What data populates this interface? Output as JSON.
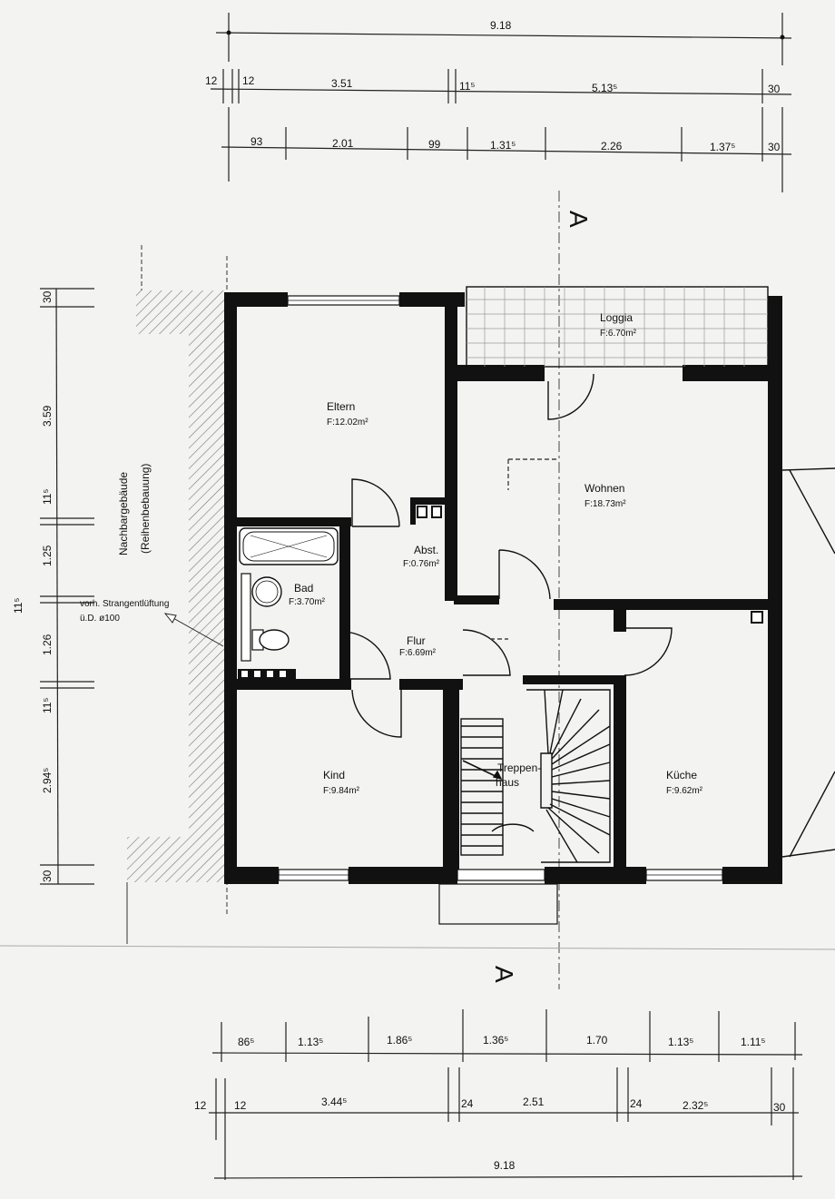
{
  "top_dims": {
    "row1": [
      "9.18"
    ],
    "row2": [
      "12",
      "12",
      "3.51",
      "11⁵",
      "5.13⁵",
      "30"
    ],
    "row3": [
      "93",
      "2.01",
      "99",
      "1.31⁵",
      "2.26",
      "1.37⁵",
      "30"
    ]
  },
  "bottom_dims": {
    "row1": [
      "86⁵",
      "1.13⁵",
      "1.86⁵",
      "1.36⁵",
      "1.70",
      "1.13⁵",
      "1.11⁵"
    ],
    "row2": [
      "12",
      "12",
      "3.44⁵",
      "24",
      "2.51",
      "24",
      "2.32⁵",
      "30"
    ],
    "row3": [
      "9.18"
    ]
  },
  "left_dims": {
    "values": [
      "30",
      "3.59",
      "11⁵",
      "1.25",
      "11⁵",
      "1.26",
      "11⁵",
      "2.94⁵",
      "30"
    ]
  },
  "section_marker": "A",
  "neighbour": {
    "line1": "Nachbargebäude",
    "line2": "(Reihenbebauung)"
  },
  "ventilation_note": {
    "line1": "vorh. Strangentlüftung",
    "line2": "ü.D. ø100"
  },
  "rooms": {
    "loggia": {
      "name": "Loggia",
      "area": "F:6.70m²"
    },
    "eltern": {
      "name": "Eltern",
      "area": "F:12.02m²"
    },
    "wohnen": {
      "name": "Wohnen",
      "area": "F:18.73m²"
    },
    "abst": {
      "name": "Abst.",
      "area": "F:0.76m²"
    },
    "bad": {
      "name": "Bad",
      "area": "F:3.70m²"
    },
    "flur": {
      "name": "Flur",
      "area": "F:6.69m²"
    },
    "kind": {
      "name": "Kind",
      "area": "F:9.84m²"
    },
    "treppe": {
      "name1": "Treppen-",
      "name2": "haus"
    },
    "kueche": {
      "name": "Küche",
      "area": "F:9.62m²"
    }
  }
}
